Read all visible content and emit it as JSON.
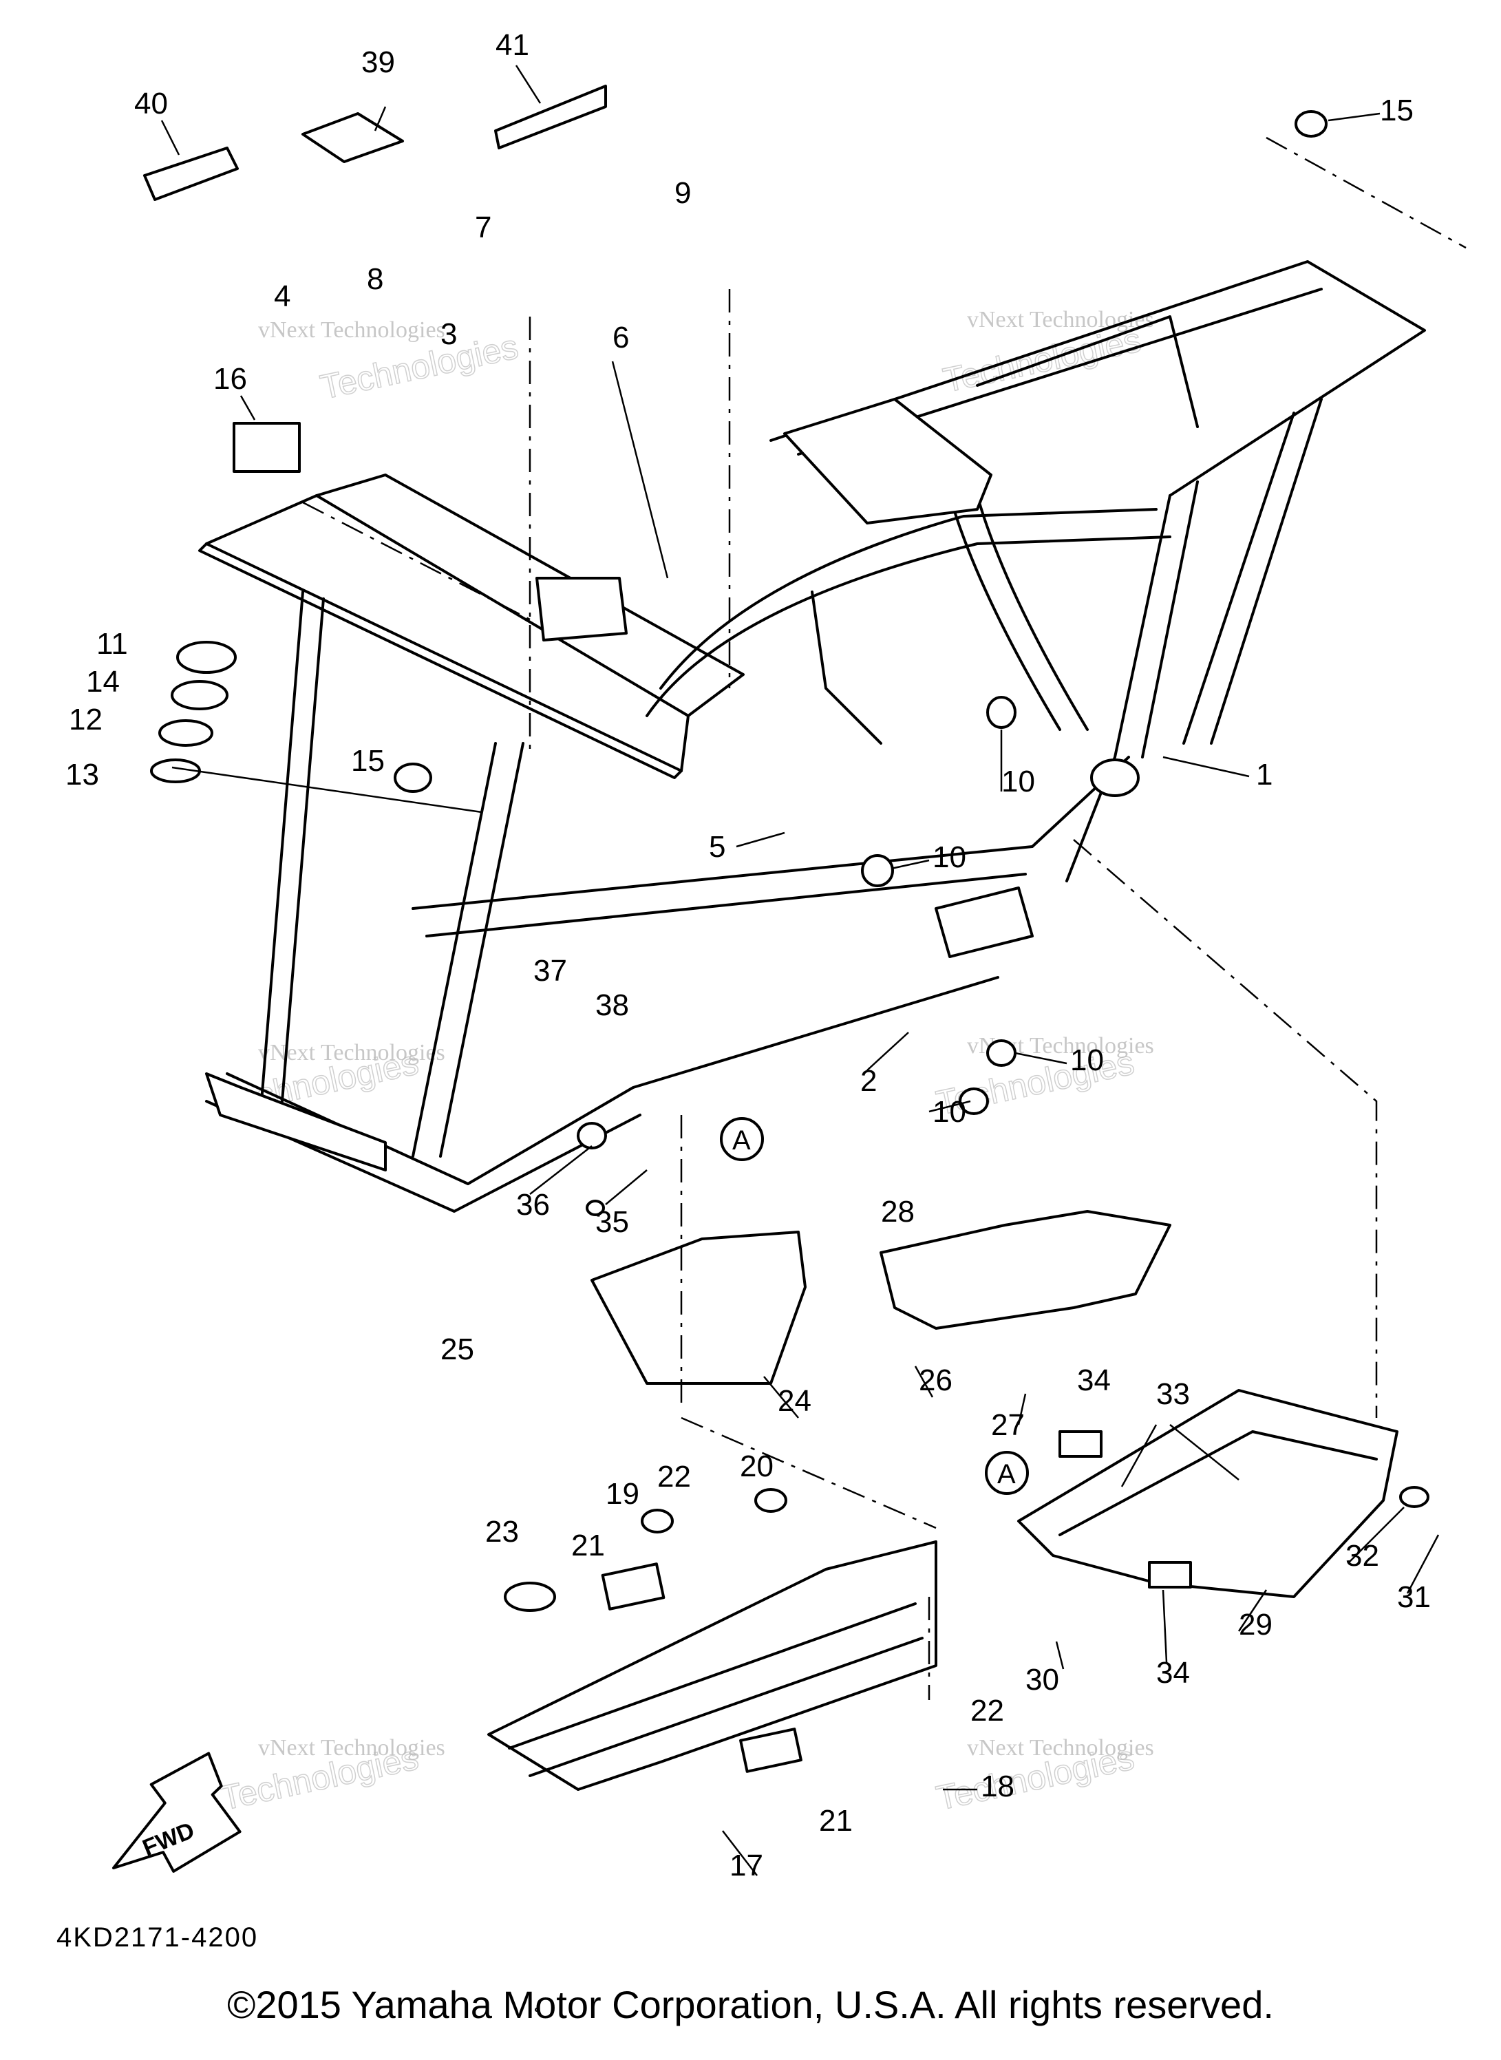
{
  "diagram": {
    "code": "4KD2171-4200",
    "copyright": "©2015 Yamaha Motor Corporation, U.S.A. All rights reserved.",
    "direction_arrow_label": "FWD",
    "reference_letter": "A",
    "watermark_line1": "vNext Technologies",
    "watermark_line2": "vNext",
    "watermark_line3": "Technologies",
    "callouts": [
      "1",
      "2",
      "3",
      "4",
      "5",
      "6",
      "7",
      "8",
      "9",
      "10",
      "11",
      "12",
      "13",
      "14",
      "15",
      "16",
      "17",
      "18",
      "19",
      "20",
      "21",
      "22",
      "23",
      "24",
      "25",
      "26",
      "27",
      "28",
      "29",
      "30",
      "31",
      "32",
      "33",
      "34",
      "35",
      "36",
      "37",
      "38",
      "39",
      "40",
      "41"
    ]
  }
}
